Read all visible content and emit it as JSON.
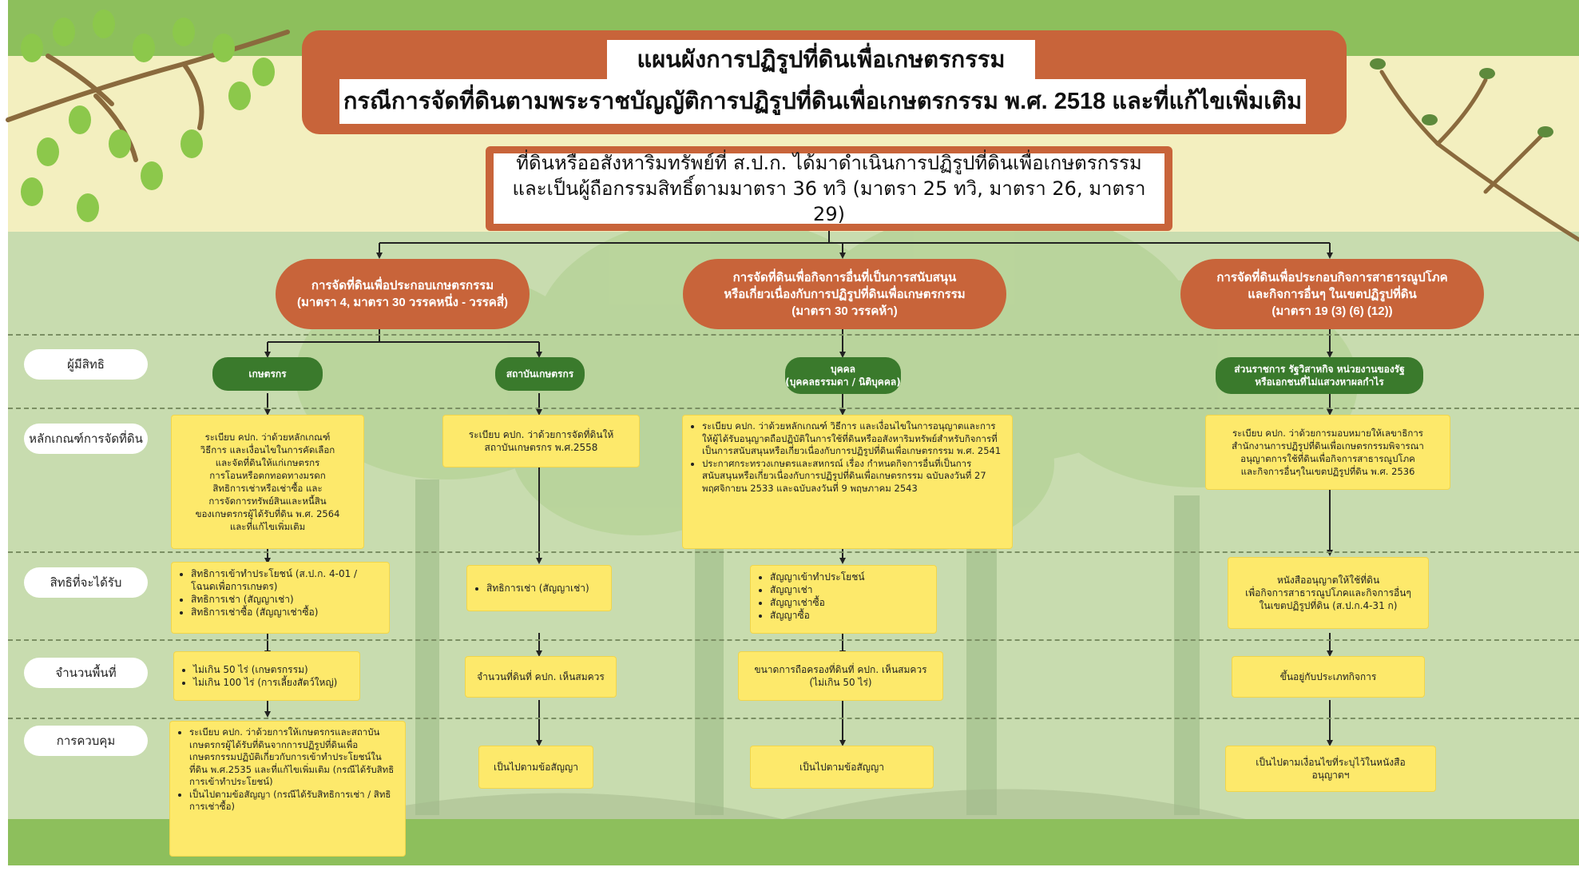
{
  "title": {
    "line1": "แผนผังการปฏิรูปที่ดินเพื่อเกษตรกรรม",
    "line2": "กรณีการจัดที่ดินตามพระราชบัญญัติการปฏิรูปที่ดินเพื่อเกษตรกรรม พ.ศ. 2518 และที่แก้ไขเพิ่มเติม"
  },
  "source_box": {
    "line1": "ที่ดินหรืออสังหาริมทรัพย์ที่ ส.ป.ก. ได้มาดำเนินการปฏิรูปที่ดินเพื่อเกษตรกรรม",
    "line2": "และเป็นผู้ถือกรรมสิทธิ์ตามมาตรา 36 ทวิ (มาตรา 25 ทวิ, มาตรา 26, มาตรา 29)"
  },
  "row_labels": {
    "eligible": "ผู้มีสิทธิ",
    "criteria": "หลักเกณฑ์การจัดที่ดิน",
    "rights": "สิทธิที่จะได้รับ",
    "area": "จำนวนพื้นที่",
    "control": "การควบคุม"
  },
  "categories": [
    {
      "lines": [
        "การจัดที่ดินเพื่อประกอบเกษตรกรรม",
        "(มาตรา 4, มาตรา 30 วรรคหนึ่ง - วรรคสี่)"
      ]
    },
    {
      "lines": [
        "การจัดที่ดินเพื่อกิจการอื่นที่เป็นการสนับสนุน",
        "หรือเกี่ยวเนื่องกับการปฏิรูปที่ดินเพื่อเกษตรกรรม",
        "(มาตรา 30 วรรคห้า)"
      ]
    },
    {
      "lines": [
        "การจัดที่ดินเพื่อประกอบกิจการสาธารณูปโภค",
        "และกิจการอื่นๆ ในเขตปฏิรูปที่ดิน",
        "(มาตรา 19 (3) (6) (12))"
      ]
    }
  ],
  "columns": {
    "farmer": {
      "entity": [
        "เกษตรกร"
      ],
      "criteria": [
        "ระเบียบ คปก. ว่าด้วยหลักเกณฑ์",
        "วิธีการ และเงื่อนไขในการคัดเลือก",
        "และจัดที่ดินให้แก่เกษตรกร",
        "การโอนหรือตกทอดทางมรดก",
        "สิทธิการเช่าหรือเช่าซื้อ และ",
        "การจัดการทรัพย์สินและหนี้สิน",
        "ของเกษตรกรผู้ได้รับที่ดิน พ.ศ. 2564",
        "และที่แก้ไขเพิ่มเติม"
      ],
      "rights": [
        "สิทธิการเข้าทำประโยชน์ (ส.ป.ก. 4-01 / โฉนดเพื่อการเกษตร)",
        "สิทธิการเช่า (สัญญาเช่า)",
        "สิทธิการเช่าซื้อ (สัญญาเช่าซื้อ)"
      ],
      "area": [
        "ไม่เกิน 50 ไร่   (เกษตรกรรม)",
        "ไม่เกิน 100 ไร่ (การเลี้ยงสัตว์ใหญ่)"
      ],
      "control": [
        "ระเบียบ คปก. ว่าด้วยการให้เกษตรกรและสถาบันเกษตรกรผู้ได้รับที่ดินจากการปฏิรูปที่ดินเพื่อเกษตรกรรมปฏิบัติเกี่ยวกับการเข้าทำประโยชน์ในที่ดิน พ.ศ.2535 และที่แก้ไขเพิ่มเติม (กรณีได้รับสิทธิการเข้าทำประโยชน์)",
        "เป็นไปตามข้อสัญญา (กรณีได้รับสิทธิการเช่า / สิทธิการเช่าซื้อ)"
      ]
    },
    "institution": {
      "entity": [
        "สถาบันเกษตรกร"
      ],
      "criteria": [
        "ระเบียบ คปก. ว่าด้วยการจัดที่ดินให้",
        "สถาบันเกษตรกร พ.ศ.2558"
      ],
      "rights": [
        "สิทธิการเช่า (สัญญาเช่า)"
      ],
      "area": [
        "จำนวนที่ดินที่ คปก. เห็นสมควร"
      ],
      "control": [
        "เป็นไปตามข้อสัญญา"
      ]
    },
    "person": {
      "entity": [
        "บุคคล",
        "(บุคคลธรรมดา / นิติบุคคล)"
      ],
      "criteria": [
        "ระเบียบ คปก. ว่าด้วยหลักเกณฑ์ วิธีการ และเงื่อนไขในการอนุญาตและการให้ผู้ได้รับอนุญาตถือปฏิบัติในการใช้ที่ดินหรืออสังหาริมทรัพย์สำหรับกิจการที่เป็นการสนับสนุนหรือเกี่ยวเนื่องกับการปฏิรูปที่ดินเพื่อเกษตรกรรม พ.ศ. 2541",
        "ประกาศกระทรวงเกษตรและสหกรณ์ เรื่อง กำหนดกิจการอื่นที่เป็นการสนับสนุนหรือเกี่ยวเนื่องกับการปฏิรูปที่ดินเพื่อเกษตรกรรม ฉบับลงวันที่ 27 พฤศจิกายน 2533 และฉบับลงวันที่  9 พฤษภาคม 2543"
      ],
      "rights": [
        "สัญญาเข้าทำประโยชน์",
        "สัญญาเช่า",
        "สัญญาเช่าซื้อ",
        "สัญญาซื้อ"
      ],
      "area": [
        "ขนาดการถือครองที่ดินที่ คปก. เห็นสมควร",
        "(ไม่เกิน 50 ไร่)"
      ],
      "control": [
        "เป็นไปตามข้อสัญญา"
      ]
    },
    "agency": {
      "entity": [
        "ส่วนราชการ รัฐวิสาหกิจ หน่วยงานของรัฐ",
        "หรือเอกชนที่ไม่แสวงหาผลกำไร"
      ],
      "criteria": [
        "ระเบียบ คปก. ว่าด้วยการมอบหมายให้เลขาธิการ",
        "สำนักงานการปฏิรูปที่ดินเพื่อเกษตรกรรมพิจารณา",
        "อนุญาตการใช้ที่ดินเพื่อกิจการสาธารณูปโภค",
        "และกิจการอื่นๆในเขตปฏิรูปที่ดิน พ.ศ. 2536"
      ],
      "rights": [
        "หนังสืออนุญาตให้ใช้ที่ดิน",
        "เพื่อกิจการสาธารณูปโภคและกิจการอื่นๆ",
        "ในเขตปฏิรูปที่ดิน (ส.ป.ก.4-31 ก)"
      ],
      "area": [
        "ขึ้นอยู่กับประเภทกิจการ"
      ],
      "control": [
        "เป็นไปตามเงื่อนไขที่ระบุไว้ในหนังสือ",
        "อนุญาตฯ"
      ]
    }
  },
  "colors": {
    "band_green": "#8dbf5c",
    "band_cream": "#f3efbf",
    "background_green": "#c8dcaf",
    "orange": "#c8643a",
    "entity_green": "#3a7a2c",
    "yellow_box": "#fde96b"
  }
}
